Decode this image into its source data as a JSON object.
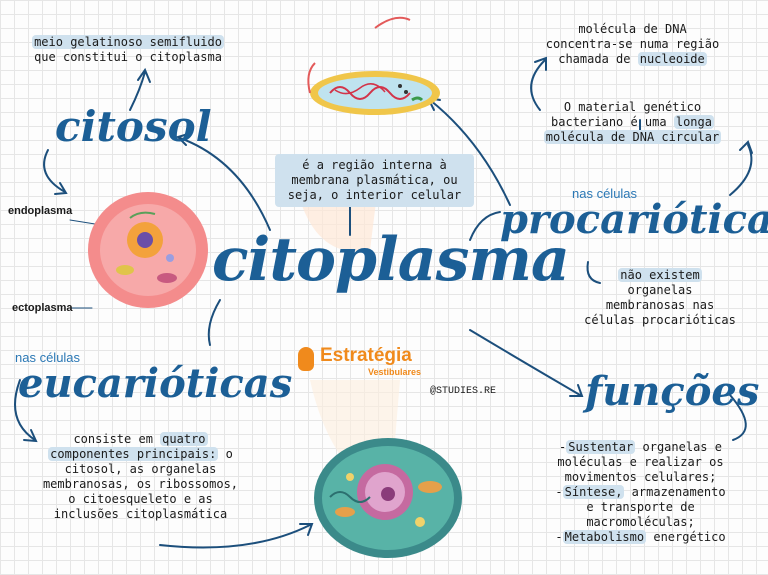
{
  "main_title": "citoplasma",
  "definition": "é a região interna à membrana plasmática, ou seja, o interior celular",
  "citosol": {
    "title": "citosol",
    "description": [
      "meio gelatinoso semifluido",
      "que constitui o citoplasma"
    ],
    "label_endoplasma": "endoplasma",
    "label_ectoplasma": "ectoplasma"
  },
  "procarioticas": {
    "prefix": "nas células",
    "title": "procarióticas",
    "dna_text": [
      "molécula de DNA",
      "concentra-se numa região",
      "chamada de"
    ],
    "dna_highlight": "nucleoide",
    "genetic_line1": "O material genético",
    "genetic_line2_pre": "bacteriano é uma",
    "genetic_line2_hl": "longa",
    "genetic_line3": "molécula de DNA circular",
    "organelas_hl": "não existem",
    "organelas_text": [
      "organelas",
      "membranosas nas",
      "células procarióticas"
    ]
  },
  "eucarioticas": {
    "prefix": "nas células",
    "title": "eucarióticas",
    "line1_pre": "consiste em",
    "line1_hl": "quatro",
    "line2_hl": "componentes principais:",
    "line2_post": "o",
    "lines": [
      "citosol, as organelas",
      "membranosas, os ribossomos,",
      "o citoesqueleto e as",
      "inclusões citoplasmática"
    ]
  },
  "funcoes": {
    "title": "funções",
    "item1_hl": "Sustentar",
    "item1_post": "organelas e",
    "item1_lines": [
      "moléculas e realizar os",
      "movimentos celulares;"
    ],
    "item2_hl": "Síntese,",
    "item2_post": "armazenamento",
    "item2_lines": [
      "e transporte de",
      "macromoléculas;"
    ],
    "item3_hl": "Metabolismo",
    "item3_post": "energético"
  },
  "logo": {
    "name": "Estratégia",
    "sub": "Vestibulares"
  },
  "credit": "@STUDIES.RE",
  "colors": {
    "primary": "#1c5f96",
    "highlight": "#cfe1ee",
    "logo_orange": "#f08a1c"
  }
}
